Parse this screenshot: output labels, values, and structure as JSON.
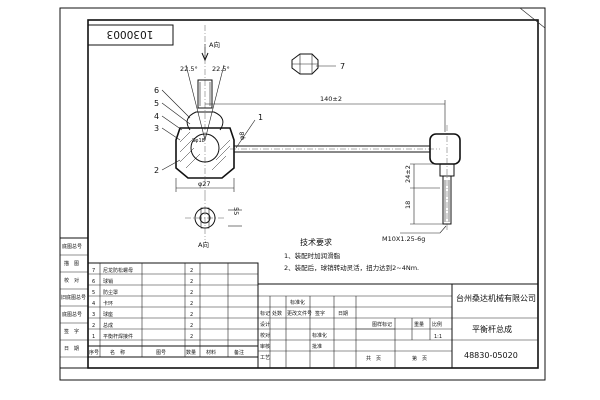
{
  "drawing_number_box": "1030003",
  "view_label_top": "A向",
  "view_label_bottom": "A向",
  "angle_left": "22.5°",
  "angle_right": "22.5°",
  "dim_length": "140±2",
  "dim_diameter_rod": "φ8",
  "dim_ball": "Sφ18",
  "dim_width": "φ27",
  "dim_height_1": "24±2",
  "dim_height_2": "18",
  "dim_height_3": "55",
  "thread_note": "M10X1.25-6g",
  "callouts": [
    "1",
    "2",
    "3",
    "4",
    "5",
    "6",
    "7"
  ],
  "tech_title": "技术要求",
  "tech_notes": [
    "1、装配时加润滑脂",
    "2、装配后，球销转动灵活，扭力达到2~4Nm."
  ],
  "left_column_labels": [
    "底图总号",
    "描　图",
    "校　对",
    "旧底图总号",
    "底图总号",
    "签　字",
    "日　期"
  ],
  "bom_rows": [
    {
      "no": "7",
      "name": "尼龙防松螺母",
      "qty": "2"
    },
    {
      "no": "6",
      "name": "球销",
      "qty": "2"
    },
    {
      "no": "5",
      "name": "防尘罩",
      "qty": "2"
    },
    {
      "no": "4",
      "name": "卡环",
      "qty": "2"
    },
    {
      "no": "3",
      "name": "球座",
      "qty": "2"
    },
    {
      "no": "2",
      "name": "总成",
      "qty": "2"
    },
    {
      "no": "1",
      "name": "平衡杆焊接件",
      "qty": "2"
    }
  ],
  "bom_header": [
    "序号",
    "名　称",
    "图号",
    "数量",
    "材料",
    "备注"
  ],
  "title_block": {
    "company": "台州桑达机械有限公司",
    "part_name": "平衡杆总成",
    "part_number": "48830-05020",
    "scale": "1:1",
    "sign_rows": [
      "标记",
      "处数",
      "更改文件号",
      "签字",
      "日期"
    ],
    "roles": [
      "设计",
      "校对",
      "审核",
      "工艺",
      "标准化",
      "批准"
    ],
    "stage_labels": [
      "图样标记",
      "重量",
      "比例"
    ],
    "sheet_labels": [
      "共　页",
      "第　页"
    ],
    "small_mark": "标准化"
  }
}
